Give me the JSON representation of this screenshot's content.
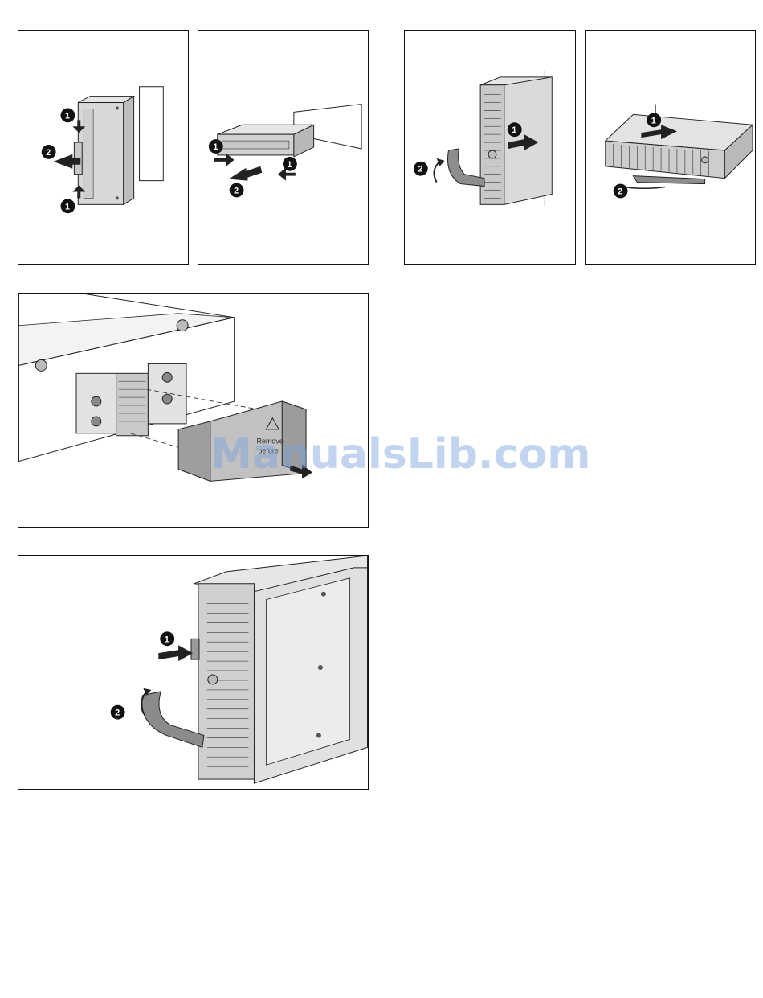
{
  "figures": [
    {
      "id": "fig-remove-blank-vertical",
      "callouts": [
        "1",
        "2",
        "1"
      ]
    },
    {
      "id": "fig-remove-blank-horizontal",
      "callouts": [
        "1",
        "2",
        "1"
      ]
    },
    {
      "id": "fig-insert-blade-vertical",
      "callouts": [
        "1",
        "2"
      ]
    },
    {
      "id": "fig-insert-blade-horizontal",
      "callouts": [
        "1",
        "2"
      ]
    },
    {
      "id": "fig-remove-connector-cover",
      "cover_label_line1": "Remove",
      "cover_label_line2": "before"
    },
    {
      "id": "fig-close-blade-handle",
      "callouts": [
        "1",
        "2"
      ]
    }
  ],
  "watermark": "ManualsLib.com"
}
